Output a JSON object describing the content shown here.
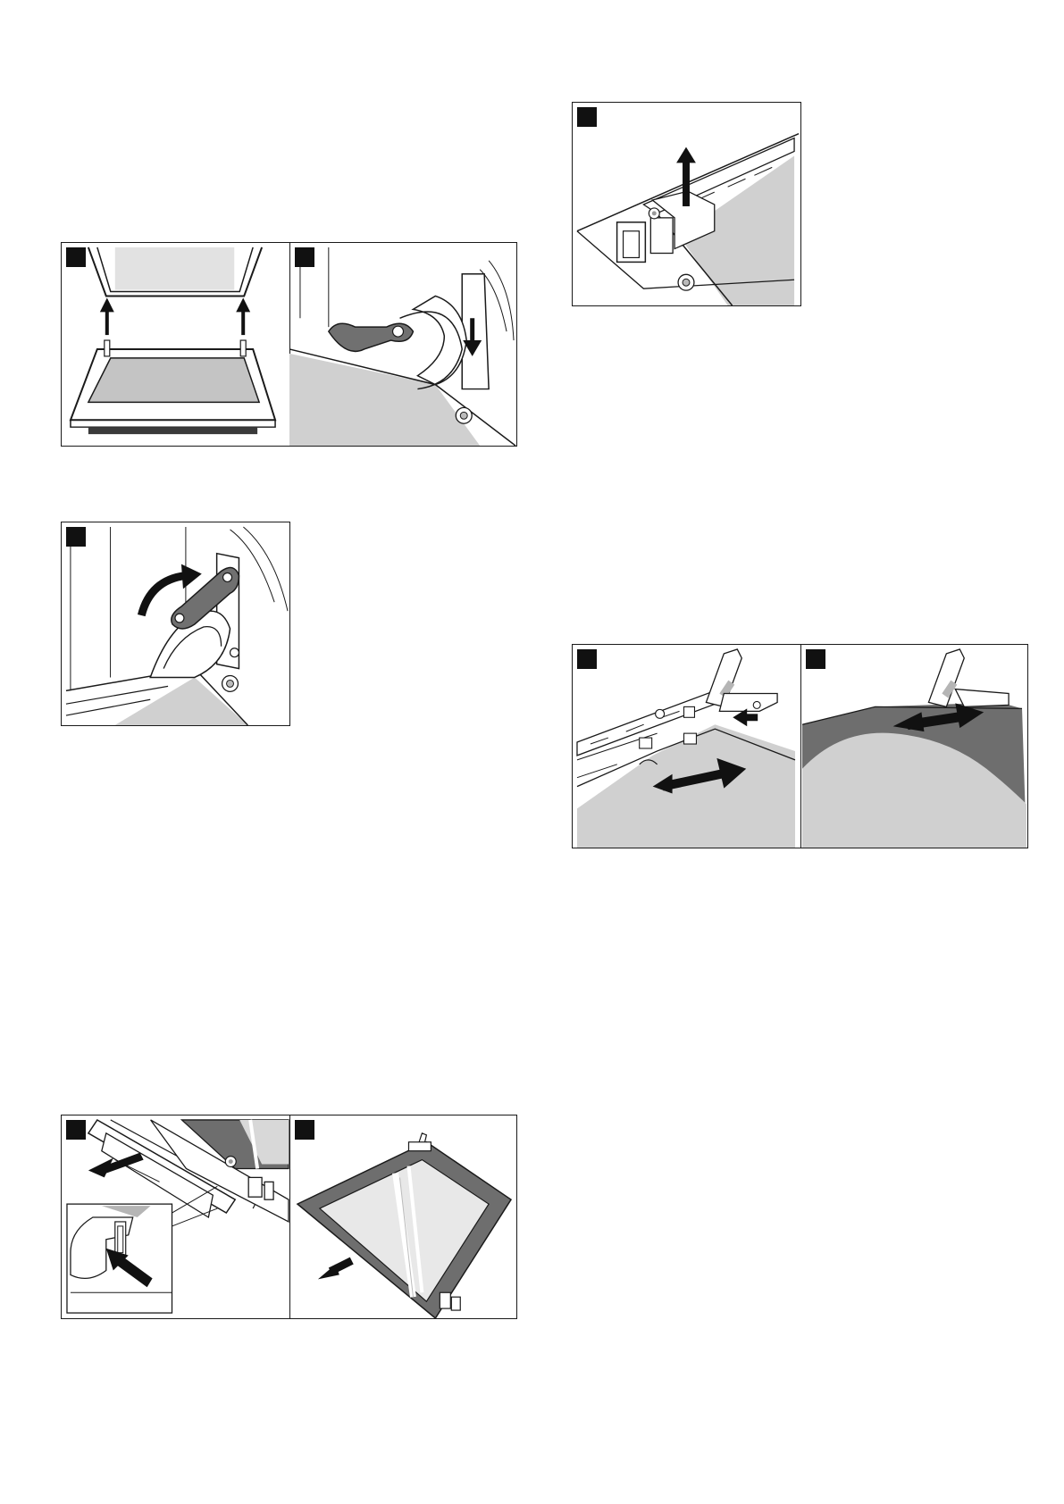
{
  "page": {
    "background": "#ffffff",
    "text_content": []
  },
  "colors": {
    "line": "#1a1a1a",
    "marker": "#111111",
    "light_gray": "#d0d0d0",
    "mid_gray": "#b5b5b5",
    "dark_gray": "#6e6e6e",
    "hinge_gray": "#707070"
  },
  "figures": [
    {
      "id": "fig-hinge-lock",
      "panels": [
        {
          "marker": "step-marker",
          "depicts": "oven-door-open-arrows-up"
        },
        {
          "marker": "step-marker",
          "depicts": "hinge-lever-arrow-down"
        }
      ]
    },
    {
      "id": "fig-hinge-lever",
      "panels": [
        {
          "marker": "step-marker",
          "depicts": "hinge-lever-curved-arrow"
        }
      ]
    },
    {
      "id": "fig-door-cover",
      "panels": [
        {
          "marker": "step-marker",
          "depicts": "cover-strip-remove-with-inset"
        },
        {
          "marker": "step-marker",
          "depicts": "door-glass-pane-remove"
        }
      ]
    },
    {
      "id": "fig-clip-lift",
      "panels": [
        {
          "marker": "step-marker",
          "depicts": "clip-lift-arrow-up"
        }
      ]
    },
    {
      "id": "fig-pane-slide",
      "panels": [
        {
          "marker": "step-marker",
          "depicts": "clip-press-pane-slide"
        },
        {
          "marker": "step-marker",
          "depicts": "pane-slide-in"
        }
      ]
    }
  ]
}
